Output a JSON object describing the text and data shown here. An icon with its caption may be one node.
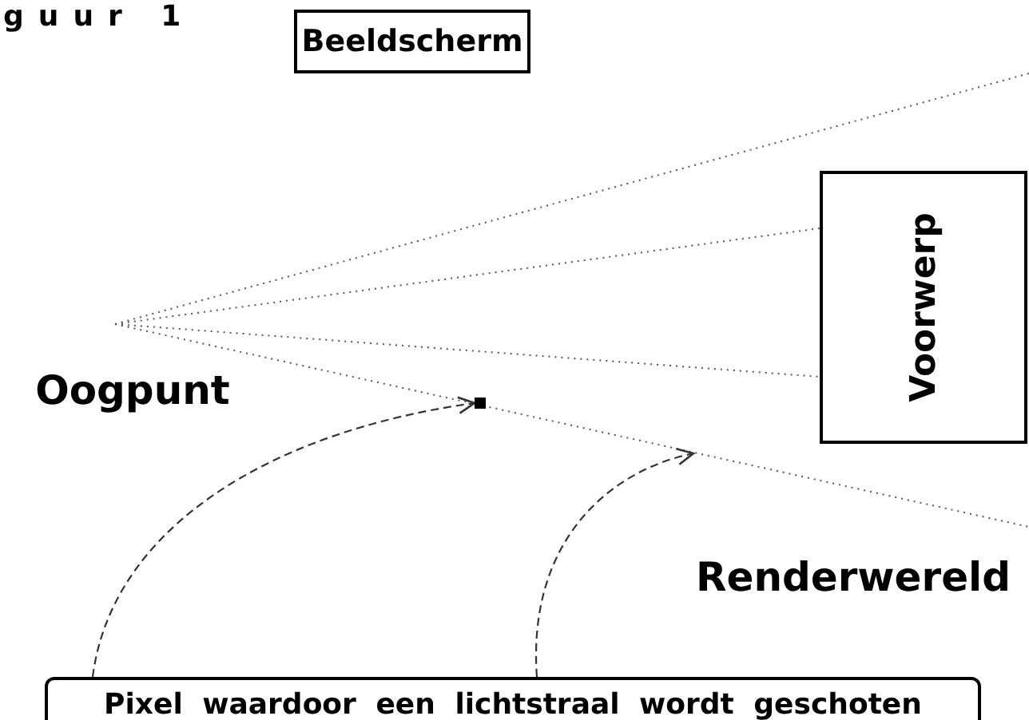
{
  "diagram": {
    "nodes": [
      {
        "text": [
          "Beeldscherm"
        ]
      },
      {
        "text": [
          "Oogpunt"
        ]
      },
      {
        "text": [
          "Voorwerp"
        ]
      },
      {
        "text": [
          "Renderwereld"
        ]
      },
      {
        "text": [],
        "shape": "box"
      },
      {
        "text": [
          "Pixel waardoor een lichtstraal wordt geschoten"
        ]
      }
    ],
    "edges": [
      {
        "from": 5,
        "to": 4,
        "arrow": "to",
        "style": "dashed"
      },
      {
        "from": 5,
        "to": null,
        "arrow": "to",
        "style": "dashed"
      }
    ],
    "labels": [
      "guur 1"
    ]
  }
}
